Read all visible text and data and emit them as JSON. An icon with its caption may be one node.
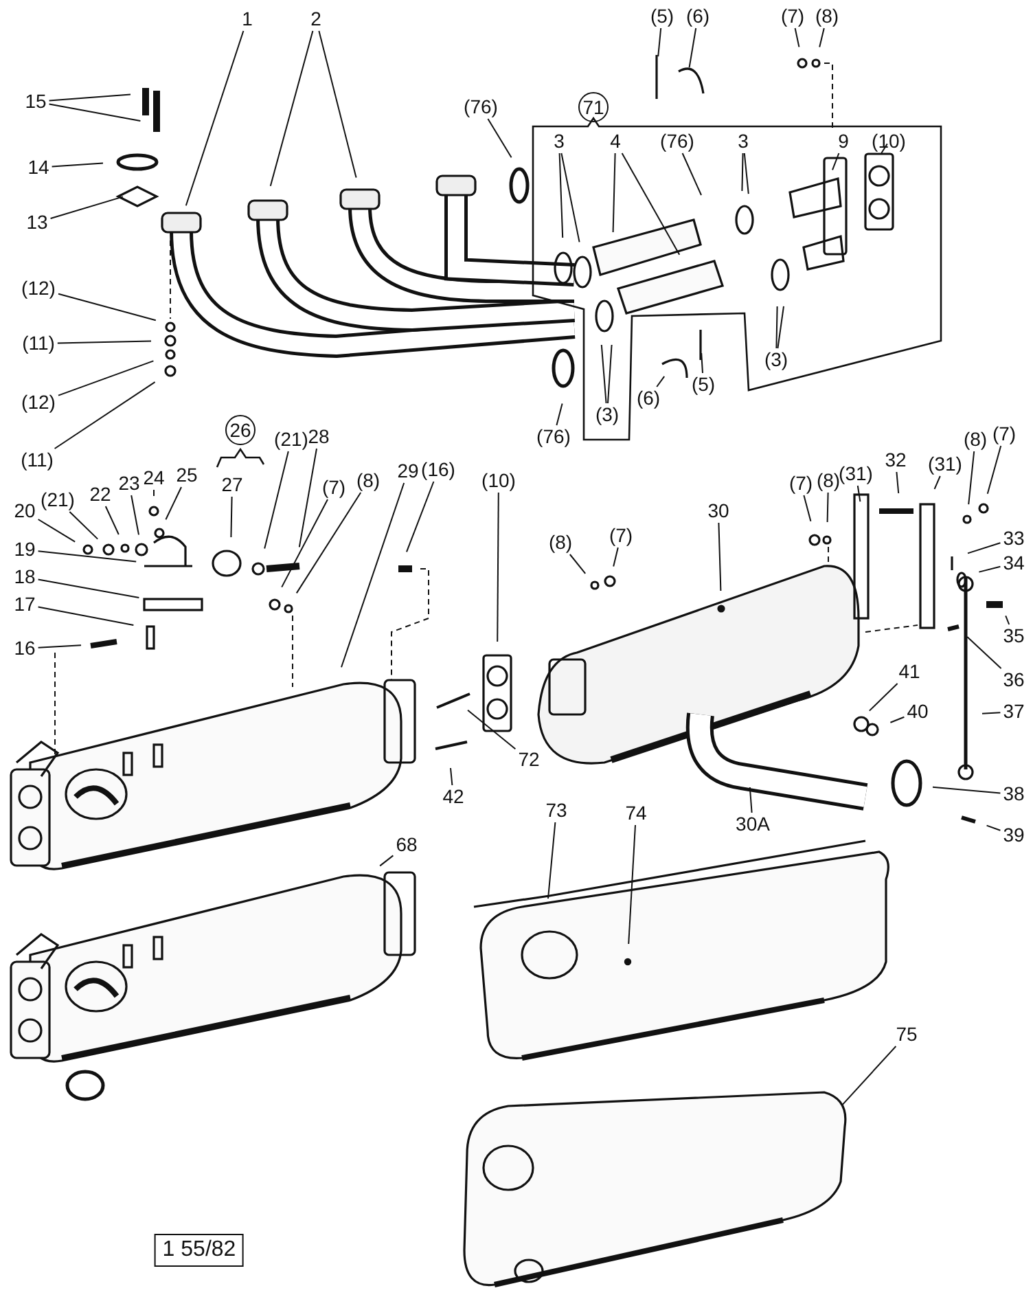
{
  "diagram": {
    "nodes": [
      {
        "text": [
          "(5)"
        ]
      },
      {
        "text": [
          "(6)"
        ]
      },
      {
        "text": [
          "(7)"
        ]
      },
      {
        "text": [
          "(8)"
        ]
      },
      {
        "text": [
          "1"
        ]
      },
      {
        "text": [
          "2"
        ]
      },
      {
        "text": [
          "15"
        ]
      },
      {
        "text": [
          "(76)"
        ]
      },
      {
        "text": [
          "3"
        ]
      },
      {
        "text": [
          "4"
        ]
      },
      {
        "text": [
          "(76)"
        ]
      },
      {
        "text": [
          "3"
        ]
      },
      {
        "text": [
          "9"
        ]
      },
      {
        "text": [
          "(10)"
        ]
      },
      {
        "text": [
          "14"
        ]
      },
      {
        "text": [
          "13"
        ]
      },
      {
        "text": [
          "(12)"
        ]
      },
      {
        "text": [
          "(11)"
        ]
      },
      {
        "text": [
          "(3)"
        ]
      },
      {
        "text": [
          "(5)"
        ]
      },
      {
        "text": [
          "(12)"
        ]
      },
      {
        "text": [
          "(6)"
        ]
      },
      {
        "text": [
          "(3)"
        ]
      },
      {
        "text": [
          "(76)"
        ]
      },
      {
        "text": [
          "(21)"
        ]
      },
      {
        "text": [
          "28"
        ]
      },
      {
        "text": [
          "(7)"
        ]
      },
      {
        "text": [
          "(8)"
        ]
      },
      {
        "text": [
          "(11)"
        ]
      },
      {
        "text": [
          "27"
        ]
      },
      {
        "text": [
          "32"
        ]
      },
      {
        "text": [
          "(31)"
        ]
      },
      {
        "text": [
          "29"
        ]
      },
      {
        "text": [
          "(16)"
        ]
      },
      {
        "text": [
          "(31)"
        ]
      },
      {
        "text": [
          "(10)"
        ]
      },
      {
        "text": [
          "(8)"
        ]
      },
      {
        "text": [
          "(7)"
        ]
      },
      {
        "text": [
          "(8)"
        ]
      },
      {
        "text": [
          "(7)"
        ]
      },
      {
        "text": [
          "25"
        ]
      },
      {
        "text": [
          "24"
        ]
      },
      {
        "text": [
          "23"
        ]
      },
      {
        "text": [
          "22"
        ]
      },
      {
        "text": [
          "(21)"
        ]
      },
      {
        "text": [
          "20"
        ]
      },
      {
        "text": [
          "30"
        ]
      },
      {
        "text": [
          "33"
        ]
      },
      {
        "text": [
          "(7)"
        ]
      },
      {
        "text": [
          "(8)"
        ]
      },
      {
        "text": [
          "19"
        ]
      },
      {
        "text": [
          "34"
        ]
      },
      {
        "text": [
          "18"
        ]
      },
      {
        "text": [
          "17"
        ]
      },
      {
        "text": [
          "35"
        ]
      },
      {
        "text": [
          "16"
        ]
      },
      {
        "text": [
          "36"
        ]
      },
      {
        "text": [
          "41"
        ]
      },
      {
        "text": [
          "40"
        ]
      },
      {
        "text": [
          "37"
        ]
      },
      {
        "text": [
          "72"
        ]
      },
      {
        "text": [
          "38"
        ]
      },
      {
        "text": [
          "42"
        ]
      },
      {
        "text": [
          "30A"
        ]
      },
      {
        "text": [
          "39"
        ]
      },
      {
        "text": [
          "73"
        ]
      },
      {
        "text": [
          "74"
        ]
      },
      {
        "text": [
          "68"
        ]
      },
      {
        "text": [
          "75"
        ]
      }
    ],
    "edges": [
      {
        "from": 0,
        "to": null,
        "arrow": "none"
      },
      {
        "from": 1,
        "to": null,
        "arrow": "none"
      },
      {
        "from": 2,
        "to": null,
        "arrow": "none"
      },
      {
        "from": 3,
        "to": null,
        "arrow": "none"
      },
      {
        "from": 4,
        "to": null,
        "arrow": "none"
      },
      {
        "from": 5,
        "to": null,
        "arrow": "none"
      },
      {
        "from": 5,
        "to": null,
        "arrow": "none"
      },
      {
        "from": 6,
        "to": null,
        "arrow": "none"
      },
      {
        "from": 6,
        "to": null,
        "arrow": "none"
      },
      {
        "from": 7,
        "to": null,
        "arrow": "none"
      },
      {
        "from": 8,
        "to": null,
        "arrow": "none"
      },
      {
        "from": 8,
        "to": null,
        "arrow": "none"
      },
      {
        "from": 9,
        "to": null,
        "arrow": "none"
      },
      {
        "from": 9,
        "to": null,
        "arrow": "none"
      },
      {
        "from": 10,
        "to": null,
        "arrow": "none"
      },
      {
        "from": 11,
        "to": null,
        "arrow": "none"
      },
      {
        "from": 11,
        "to": null,
        "arrow": "none"
      },
      {
        "from": 12,
        "to": null,
        "arrow": "none"
      },
      {
        "from": 13,
        "to": null,
        "arrow": "none"
      },
      {
        "from": 14,
        "to": null,
        "arrow": "none"
      },
      {
        "from": 15,
        "to": null,
        "arrow": "none"
      },
      {
        "from": 16,
        "to": null,
        "arrow": "none"
      },
      {
        "from": 17,
        "to": null,
        "arrow": "none"
      },
      {
        "from": 18,
        "to": null,
        "arrow": "none"
      },
      {
        "from": 18,
        "to": null,
        "arrow": "none"
      },
      {
        "from": 19,
        "to": null,
        "arrow": "none"
      },
      {
        "from": 20,
        "to": null,
        "arrow": "none"
      },
      {
        "from": 21,
        "to": null,
        "arrow": "none"
      },
      {
        "from": 22,
        "to": null,
        "arrow": "none"
      },
      {
        "from": 22,
        "to": null,
        "arrow": "none"
      },
      {
        "from": 23,
        "to": null,
        "arrow": "none"
      },
      {
        "from": 24,
        "to": null,
        "arrow": "none"
      },
      {
        "from": 25,
        "to": null,
        "arrow": "none"
      },
      {
        "from": 26,
        "to": null,
        "arrow": "none"
      },
      {
        "from": 27,
        "to": null,
        "arrow": "none"
      },
      {
        "from": 28,
        "to": null,
        "arrow": "none"
      },
      {
        "from": 29,
        "to": null,
        "arrow": "none"
      },
      {
        "from": 30,
        "to": null,
        "arrow": "none"
      },
      {
        "from": 31,
        "to": null,
        "arrow": "none"
      },
      {
        "from": 32,
        "to": null,
        "arrow": "none"
      },
      {
        "from": 33,
        "to": null,
        "arrow": "none"
      },
      {
        "from": 34,
        "to": null,
        "arrow": "none"
      },
      {
        "from": 35,
        "to": null,
        "arrow": "none"
      },
      {
        "from": 36,
        "to": null,
        "arrow": "none"
      },
      {
        "from": 37,
        "to": null,
        "arrow": "none"
      },
      {
        "from": 38,
        "to": null,
        "arrow": "none"
      },
      {
        "from": 39,
        "to": null,
        "arrow": "none"
      },
      {
        "from": 40,
        "to": null,
        "arrow": "none"
      },
      {
        "from": 41,
        "to": null,
        "arrow": "none"
      },
      {
        "from": 42,
        "to": null,
        "arrow": "none"
      },
      {
        "from": 43,
        "to": null,
        "arrow": "none"
      },
      {
        "from": 44,
        "to": null,
        "arrow": "none"
      },
      {
        "from": 45,
        "to": null,
        "arrow": "none"
      },
      {
        "from": 46,
        "to": null,
        "arrow": "none"
      },
      {
        "from": 47,
        "to": null,
        "arrow": "none"
      },
      {
        "from": 48,
        "to": null,
        "arrow": "none"
      },
      {
        "from": 49,
        "to": null,
        "arrow": "none"
      },
      {
        "from": 50,
        "to": null,
        "arrow": "none"
      },
      {
        "from": 51,
        "to": null,
        "arrow": "none"
      },
      {
        "from": 52,
        "to": null,
        "arrow": "none"
      },
      {
        "from": 53,
        "to": null,
        "arrow": "none"
      },
      {
        "from": 54,
        "to": null,
        "arrow": "none"
      },
      {
        "from": 55,
        "to": null,
        "arrow": "none"
      },
      {
        "from": 56,
        "to": null,
        "arrow": "none"
      },
      {
        "from": 57,
        "to": null,
        "arrow": "none"
      },
      {
        "from": 58,
        "to": null,
        "arrow": "none"
      },
      {
        "from": 59,
        "to": null,
        "arrow": "none"
      },
      {
        "from": 60,
        "to": null,
        "arrow": "none"
      },
      {
        "from": 61,
        "to": null,
        "arrow": "none"
      },
      {
        "from": 62,
        "to": null,
        "arrow": "none"
      },
      {
        "from": 63,
        "to": null,
        "arrow": "none"
      },
      {
        "from": 64,
        "to": null,
        "arrow": "none"
      },
      {
        "from": 65,
        "to": null,
        "arrow": "none"
      },
      {
        "from": 66,
        "to": null,
        "arrow": "none"
      },
      {
        "from": 67,
        "to": null,
        "arrow": "none"
      },
      {
        "from": 68,
        "to": null,
        "arrow": "none"
      }
    ],
    "labels": [
      "71",
      "26",
      "1 55/82"
    ]
  }
}
